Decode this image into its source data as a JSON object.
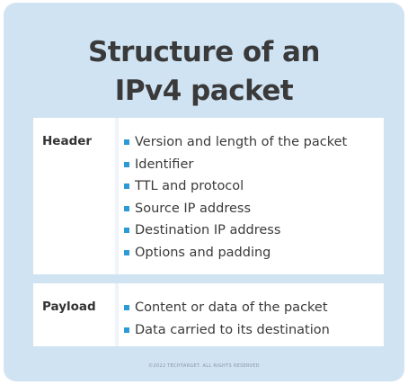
{
  "diagram": {
    "title_line1": "Structure of an",
    "title_line2": "IPv4 packet",
    "sections": [
      {
        "label": "Header",
        "items": [
          "Version and length of the packet",
          "Identifier",
          "TTL and protocol",
          "Source IP address",
          "Destination IP address",
          "Options and padding"
        ]
      },
      {
        "label": "Payload",
        "items": [
          "Content or data of the packet",
          "Data carried to its destination"
        ]
      }
    ],
    "footer": "©2022 TECHTARGET. ALL RIGHTS RESERVED"
  },
  "colors": {
    "background": "#cfe3f3",
    "panel": "#ffffff",
    "bullet": "#2c9ad6",
    "text": "#3a3a3a"
  }
}
